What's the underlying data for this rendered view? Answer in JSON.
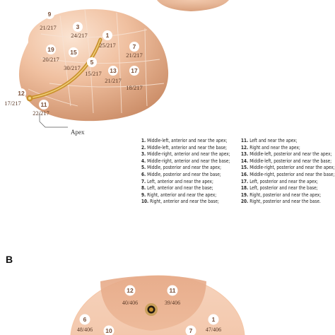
{
  "panel_b_label": "B",
  "apex_label": "Apex",
  "panel_a_zones": [
    {
      "num": "9",
      "frac": "21/217"
    },
    {
      "num": "3",
      "frac": "24/217"
    },
    {
      "num": "1",
      "frac": "25/217"
    },
    {
      "num": "7",
      "frac": "21/217"
    },
    {
      "num": "19",
      "frac": "20/217"
    },
    {
      "num": "15",
      "frac": "30/217"
    },
    {
      "num": "5",
      "frac": "15/217"
    },
    {
      "num": "13",
      "frac": "21/217"
    },
    {
      "num": "17",
      "frac": "18/217"
    },
    {
      "num": "12",
      "frac": "17/217"
    },
    {
      "num": "11",
      "frac": "22/217"
    }
  ],
  "panel_b_zones": [
    {
      "num": "12",
      "frac": "40/406"
    },
    {
      "num": "11",
      "frac": "39/406"
    },
    {
      "num": "6",
      "frac": "48/406"
    },
    {
      "num": "1",
      "frac": "47/406"
    },
    {
      "num": "10",
      "frac": ""
    },
    {
      "num": "7",
      "frac": ""
    }
  ],
  "legend_left": [
    {
      "n": "1.",
      "t": "Middle-left, anterior and near the apex;"
    },
    {
      "n": "2.",
      "t": "Middle-left, anterior and near the base;"
    },
    {
      "n": "3.",
      "t": "Middle-right, anterior and near the apex;"
    },
    {
      "n": "4.",
      "t": "Middle-right, anterior and near the base;"
    },
    {
      "n": "5.",
      "t": "Middle, posterior and near the apex;"
    },
    {
      "n": "6.",
      "t": "Middle, posterior and near the base;"
    },
    {
      "n": "7.",
      "t": "Left, anterior and near the apex;"
    },
    {
      "n": "8.",
      "t": "Left, anterior and near the base;"
    },
    {
      "n": "9.",
      "t": "Right, anterior and near the apex;"
    },
    {
      "n": "10.",
      "t": "Right, anterior and near the base;"
    }
  ],
  "legend_right": [
    {
      "n": "11.",
      "t": "Left and near the apex;"
    },
    {
      "n": "12.",
      "t": "Right and near the apex;"
    },
    {
      "n": "13.",
      "t": "Middle-left, posterior and near the apex;"
    },
    {
      "n": "14.",
      "t": "Middle-left, posterior and near the base;"
    },
    {
      "n": "15.",
      "t": "Middle-right, posterior and near the apex;"
    },
    {
      "n": "16.",
      "t": "Middle-right, posterior and near the base;"
    },
    {
      "n": "17.",
      "t": "Left, posterior and near the apex;"
    },
    {
      "n": "18.",
      "t": "Left, posterior and near the base;"
    },
    {
      "n": "19.",
      "t": "Right, posterior and near the apex;"
    },
    {
      "n": "20.",
      "t": "Right, posterior and near the base."
    }
  ],
  "colors": {
    "skin_light": "#f6d2b8",
    "skin_mid": "#e9b08c",
    "skin_dark": "#c98a64",
    "urethra": "#c9912e",
    "badge": "#ffffff",
    "text": "#5a3a28"
  }
}
